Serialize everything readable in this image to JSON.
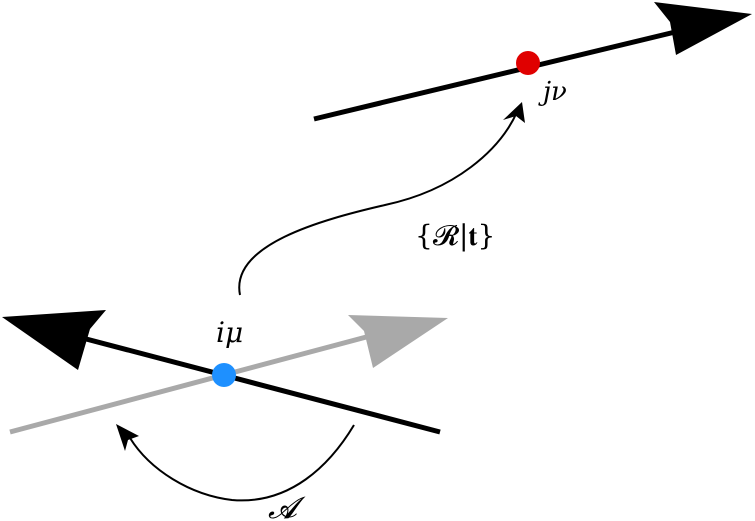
{
  "diagram": {
    "labels": {
      "site_i": "iμ",
      "site_j": "jν",
      "operation": "{𝓡|𝐭}",
      "local_transform": "𝓐"
    },
    "colors": {
      "site_i_dot": "#1e90ff",
      "site_j_dot": "#e00000",
      "primary_axis": "#000000",
      "rotated_axis": "#a9a9a9",
      "arrows": "#000000"
    }
  }
}
